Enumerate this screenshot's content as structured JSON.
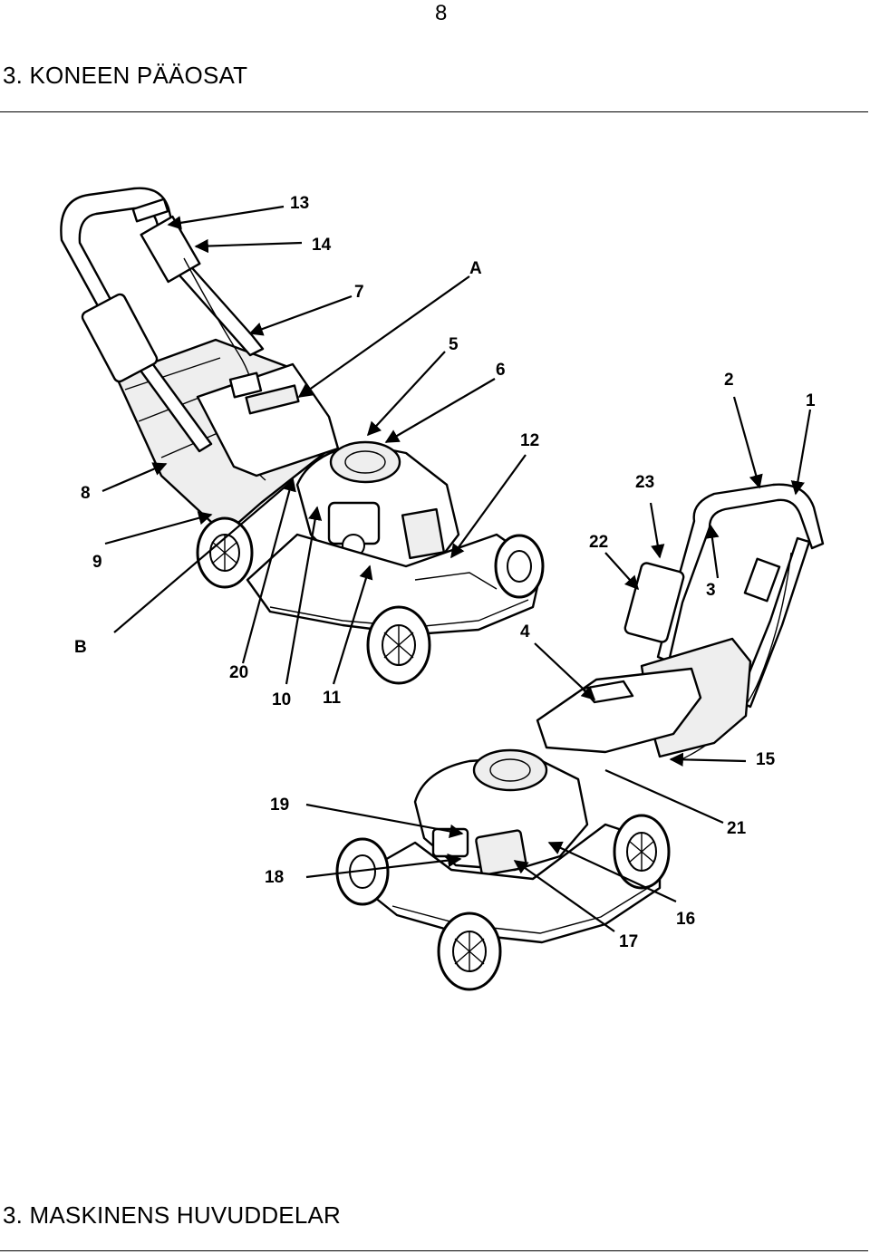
{
  "page": {
    "number": "8"
  },
  "headings": {
    "top": "3. KONEEN PÄÄOSAT",
    "bottom": "3. MASKINENS HUVUDDELAR"
  },
  "figure": {
    "callouts": {
      "c1": "1",
      "c2": "2",
      "c3": "3",
      "c4": "4",
      "c5": "5",
      "c6": "6",
      "c7": "7",
      "c8": "8",
      "c9": "9",
      "c10": "10",
      "c11": "11",
      "c12": "12",
      "c13": "13",
      "c14": "14",
      "c15": "15",
      "c16": "16",
      "c17": "17",
      "c18": "18",
      "c19": "19",
      "c20": "20",
      "c21": "21",
      "c22": "22",
      "c23": "23",
      "cA": "A",
      "cB": "B"
    }
  }
}
